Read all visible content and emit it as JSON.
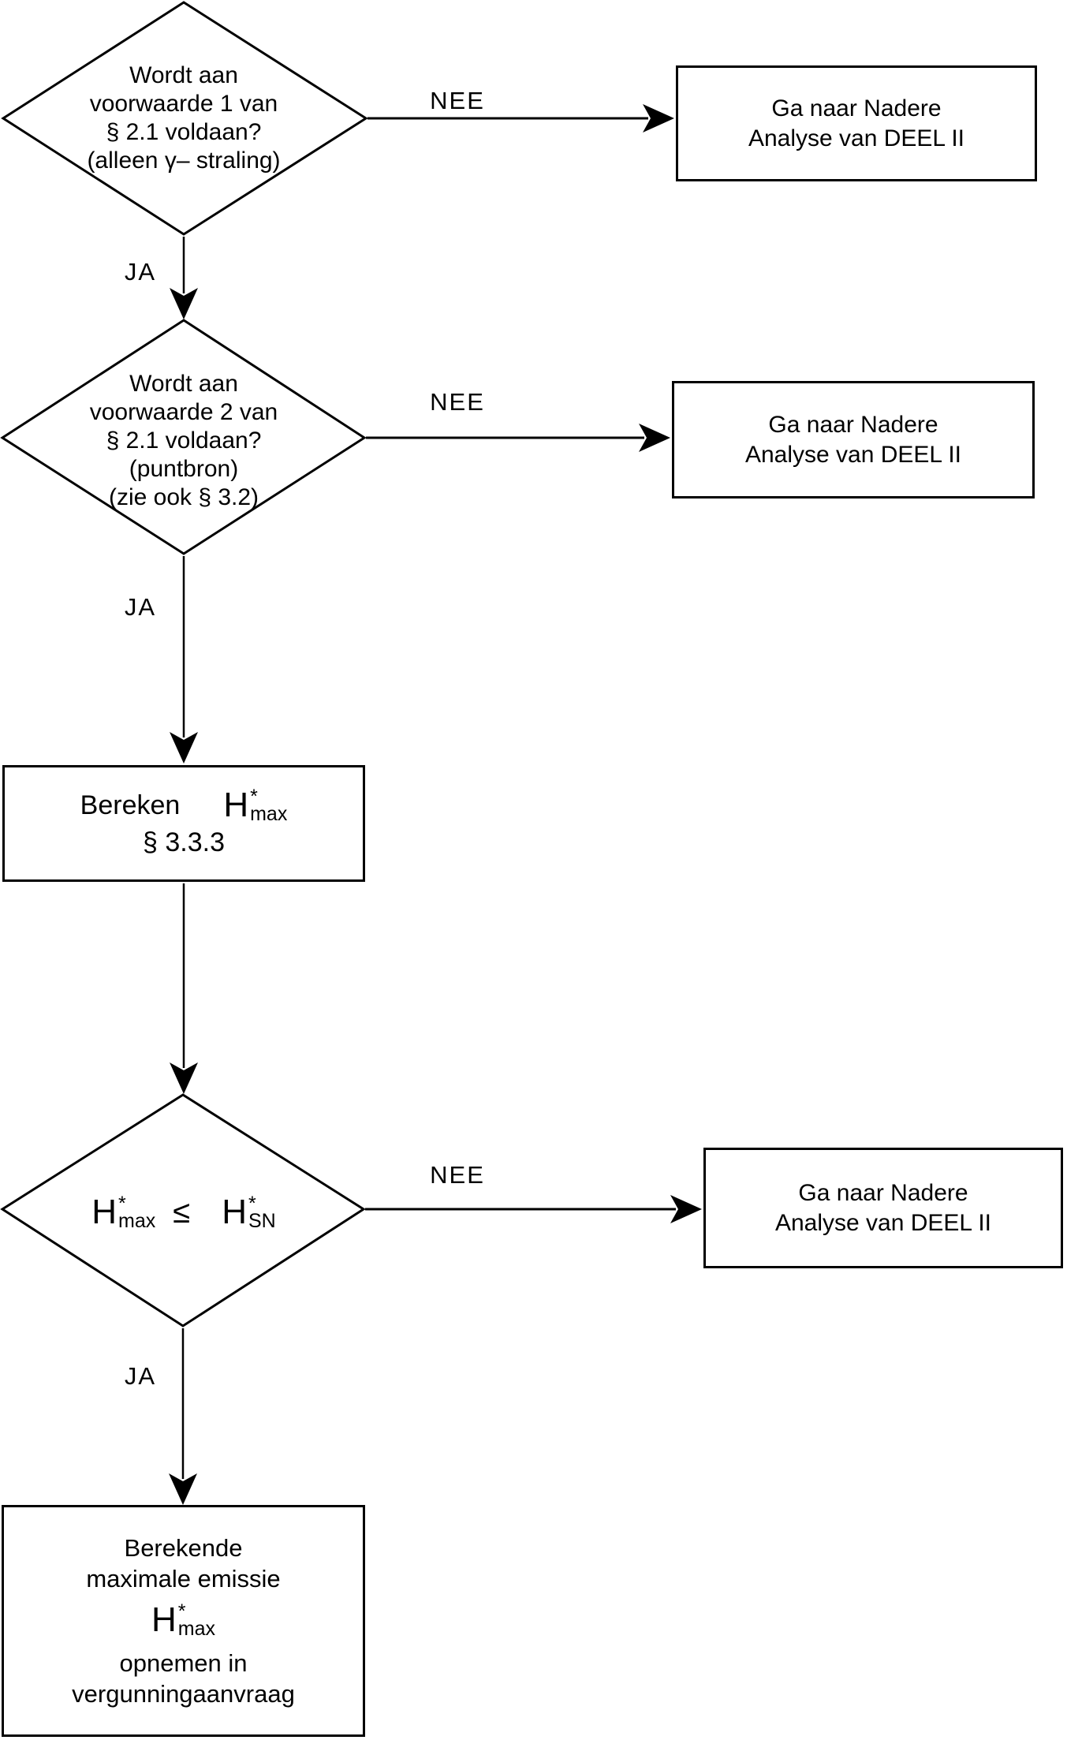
{
  "flowchart": {
    "yes_label": "JA",
    "no_label": "NEE",
    "decision1": {
      "text": "Wordt aan\nvoorwaarde 1 van\n§ 2.1 voldaan?\n(alleen γ– straling)"
    },
    "decision2": {
      "text": "Wordt aan\nvoorwaarde 2 van\n§ 2.1 voldaan?\n(puntbron)\n(zie ook § 3.2)"
    },
    "decision3": {
      "lhs": {
        "base": "H",
        "sup": "*",
        "sub": "max"
      },
      "operator": "≤",
      "rhs": {
        "base": "H",
        "sup": "*",
        "sub": "SN"
      }
    },
    "process": {
      "action": "Bereken",
      "formula": {
        "base": "H",
        "sup": "*",
        "sub": "max"
      },
      "reference": "§ 3.3.3"
    },
    "goto_boxes": [
      {
        "text": "Ga naar Nadere\nAnalyse van DEEL II"
      },
      {
        "text": "Ga naar Nadere\nAnalyse van DEEL II"
      },
      {
        "text": "Ga naar Nadere\nAnalyse van DEEL II"
      }
    ],
    "terminal": {
      "top": "Berekende\nmaximale emissie",
      "formula": {
        "base": "H",
        "sup": "*",
        "sub": "max"
      },
      "bottom": "opnemen in\nvergunningaanvraag"
    },
    "colors": {
      "stroke": "#000000",
      "background": "#ffffff"
    }
  }
}
